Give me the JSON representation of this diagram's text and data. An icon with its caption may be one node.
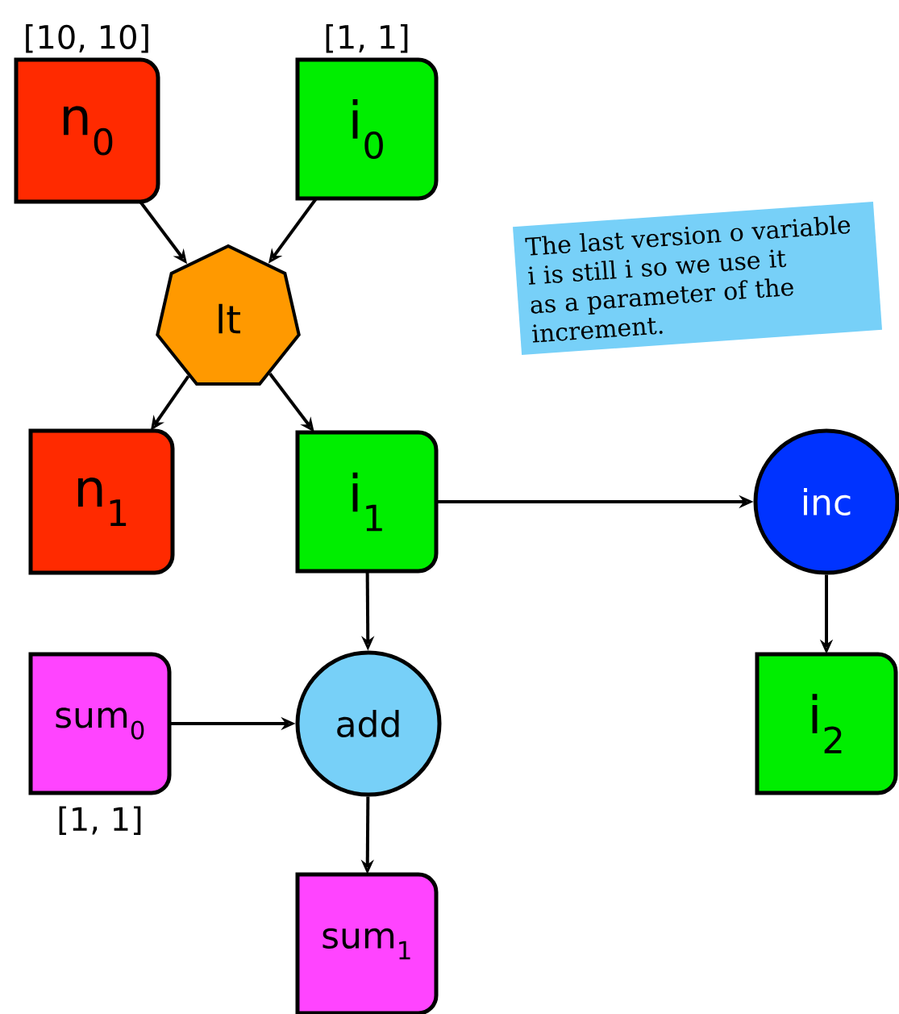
{
  "diagram": {
    "nodes": [
      {
        "text": [
          "n$_{0}$"
        ],
        "beside": [
          "[10, 10]"
        ]
      },
      {
        "text": [
          "i$_{0}$"
        ],
        "beside": [
          "[1, 1]"
        ]
      },
      {
        "text": [
          "The last version o variable i is still i so we use it as a parameter of the increment."
        ]
      },
      {
        "text": [
          "lt"
        ]
      },
      {
        "text": [
          "n$_{1}$"
        ]
      },
      {
        "text": [
          "i$_{1}$"
        ]
      },
      {
        "text": [
          "inc"
        ]
      },
      {
        "text": [
          "sum$_{0}$"
        ],
        "beside": [
          "[1, 1]"
        ]
      },
      {
        "text": [
          "add"
        ]
      },
      {
        "text": [
          "i$_{2}$"
        ]
      },
      {
        "text": [
          "sum$_{1}$"
        ]
      }
    ],
    "edges": [
      {
        "from": 0,
        "to": 3,
        "arrow": "to"
      },
      {
        "from": 1,
        "to": 3,
        "arrow": "to"
      },
      {
        "from": 3,
        "to": 4,
        "arrow": "to"
      },
      {
        "from": 3,
        "to": 5,
        "arrow": "to"
      },
      {
        "from": 5,
        "to": 6,
        "arrow": "to"
      },
      {
        "from": 5,
        "to": 8,
        "arrow": "to"
      },
      {
        "from": 6,
        "to": 9,
        "arrow": "to"
      },
      {
        "from": 7,
        "to": 8,
        "arrow": "to"
      },
      {
        "from": 8,
        "to": 10,
        "arrow": "to"
      }
    ]
  }
}
